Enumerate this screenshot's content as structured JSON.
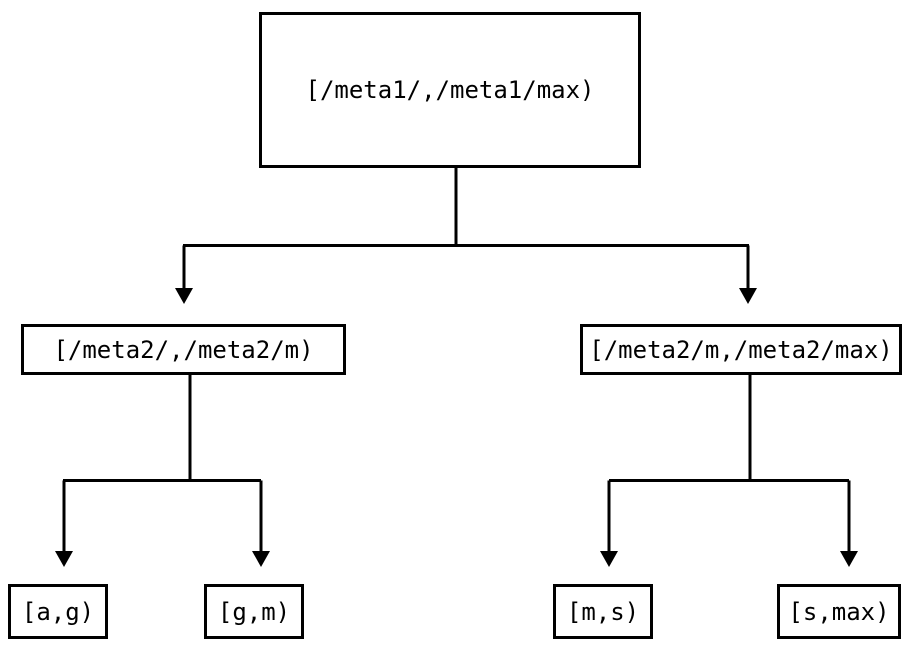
{
  "diagram": {
    "type": "tree",
    "orientation": "top-down",
    "line_color": "#000000",
    "box_fill": "#ffffff",
    "box_border_color": "#000000",
    "text_color": "#000000",
    "nodes": {
      "root": {
        "label": "[/meta1/,/meta1/max)"
      },
      "meta2_low": {
        "label": "[/meta2/,/meta2/m)"
      },
      "meta2_high": {
        "label": "[/meta2/m,/meta2/max)"
      },
      "leaf_ag": {
        "label": "[a,g)"
      },
      "leaf_gm": {
        "label": "[g,m)"
      },
      "leaf_ms": {
        "label": "[m,s)"
      },
      "leaf_smax": {
        "label": "[s,max)"
      }
    },
    "edges": [
      {
        "from": "root",
        "to": "meta2_low",
        "arrow": "down-triangle"
      },
      {
        "from": "root",
        "to": "meta2_high",
        "arrow": "down-triangle"
      },
      {
        "from": "meta2_low",
        "to": "leaf_ag",
        "arrow": "down-triangle"
      },
      {
        "from": "meta2_low",
        "to": "leaf_gm",
        "arrow": "down-triangle"
      },
      {
        "from": "meta2_high",
        "to": "leaf_ms",
        "arrow": "down-triangle"
      },
      {
        "from": "meta2_high",
        "to": "leaf_smax",
        "arrow": "down-triangle"
      }
    ]
  }
}
